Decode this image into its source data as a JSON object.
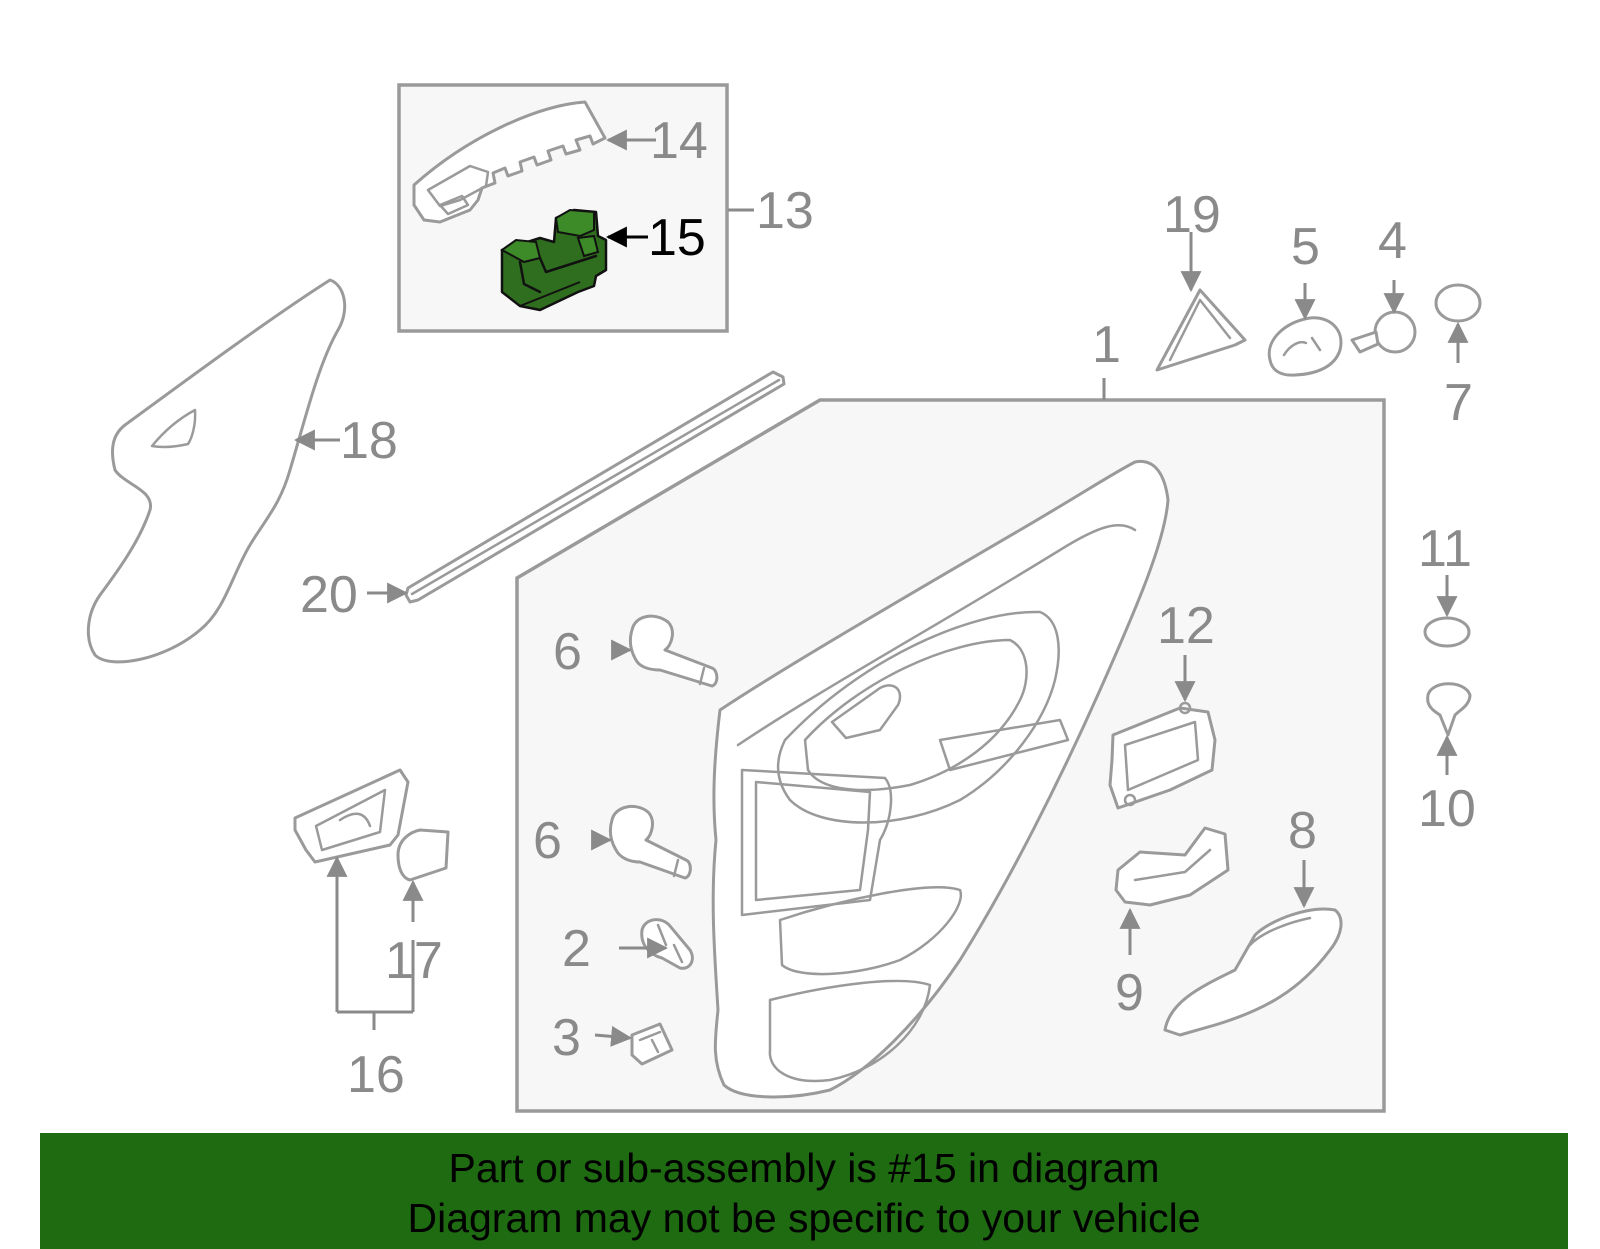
{
  "colors": {
    "highlight_part": "#2f6e1e",
    "banner_bg": "#1e6b12",
    "line_gray": "#9a9a9a",
    "label_gray": "#8a8a8a"
  },
  "callouts": {
    "c1": "1",
    "c2": "2",
    "c3": "3",
    "c4": "4",
    "c5": "5",
    "c6a": "6",
    "c6b": "6",
    "c7": "7",
    "c8": "8",
    "c9": "9",
    "c10": "10",
    "c11": "11",
    "c12": "12",
    "c13": "13",
    "c14": "14",
    "c15": "15",
    "c16": "16",
    "c17": "17",
    "c18": "18",
    "c19": "19",
    "c20": "20"
  },
  "highlighted_callout": "15",
  "banner": {
    "line1": "Part or sub-assembly is #15 in diagram",
    "line2": "Diagram may not be specific to your vehicle"
  }
}
